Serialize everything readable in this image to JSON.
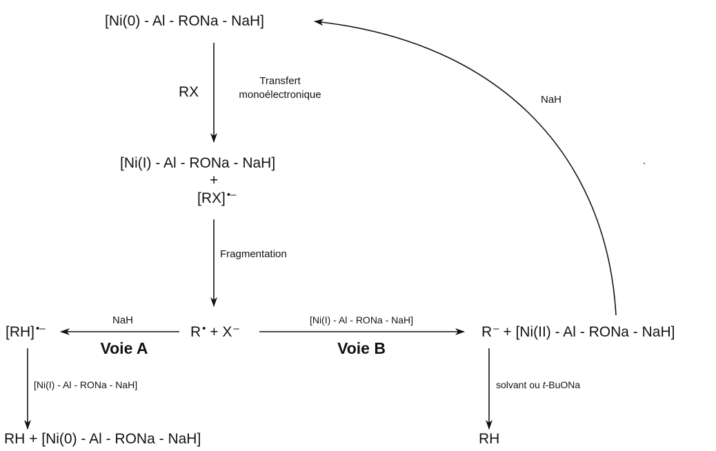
{
  "species": {
    "ni0_top": "[Ni(0) - Al - RONa - NaH]",
    "ni1_complex": "[Ni(I) - Al - RONa - NaH]",
    "plus": "+",
    "rx_radical_anion": "[RX]",
    "radical_anion_mark": "•–",
    "r_radical": "R",
    "radical_dot": "•",
    "plus_x": " + X",
    "anion_mark": "–",
    "rh_radical_anion": "[RH]",
    "r_anion": "R",
    "ni2_complex": " + [Ni(II) - Al - RONa - NaH]",
    "product_left": "RH + [Ni(0) - Al - RONa - NaH]",
    "product_right": "RH"
  },
  "labels": {
    "rx": "RX",
    "set_line1": "Transfert",
    "set_line2": "monoélectronique",
    "fragmentation": "Fragmentation",
    "nah_left": "NaH",
    "voie_a": "Voie A",
    "ni1_over_arrow": "[Ni(I) - Al - RONa - NaH]",
    "voie_b": "Voie B",
    "ni1_reagent_down": "[Ni(I) - Al - RONa - NaH]",
    "solvent": "solvant ou t-BuONa",
    "solvent_pre": "solvant ou ",
    "solvent_t": "t",
    "solvent_post": "-BuONa",
    "nah_curve": "NaH"
  },
  "colors": {
    "ink": "#111111",
    "background": "#ffffff"
  }
}
